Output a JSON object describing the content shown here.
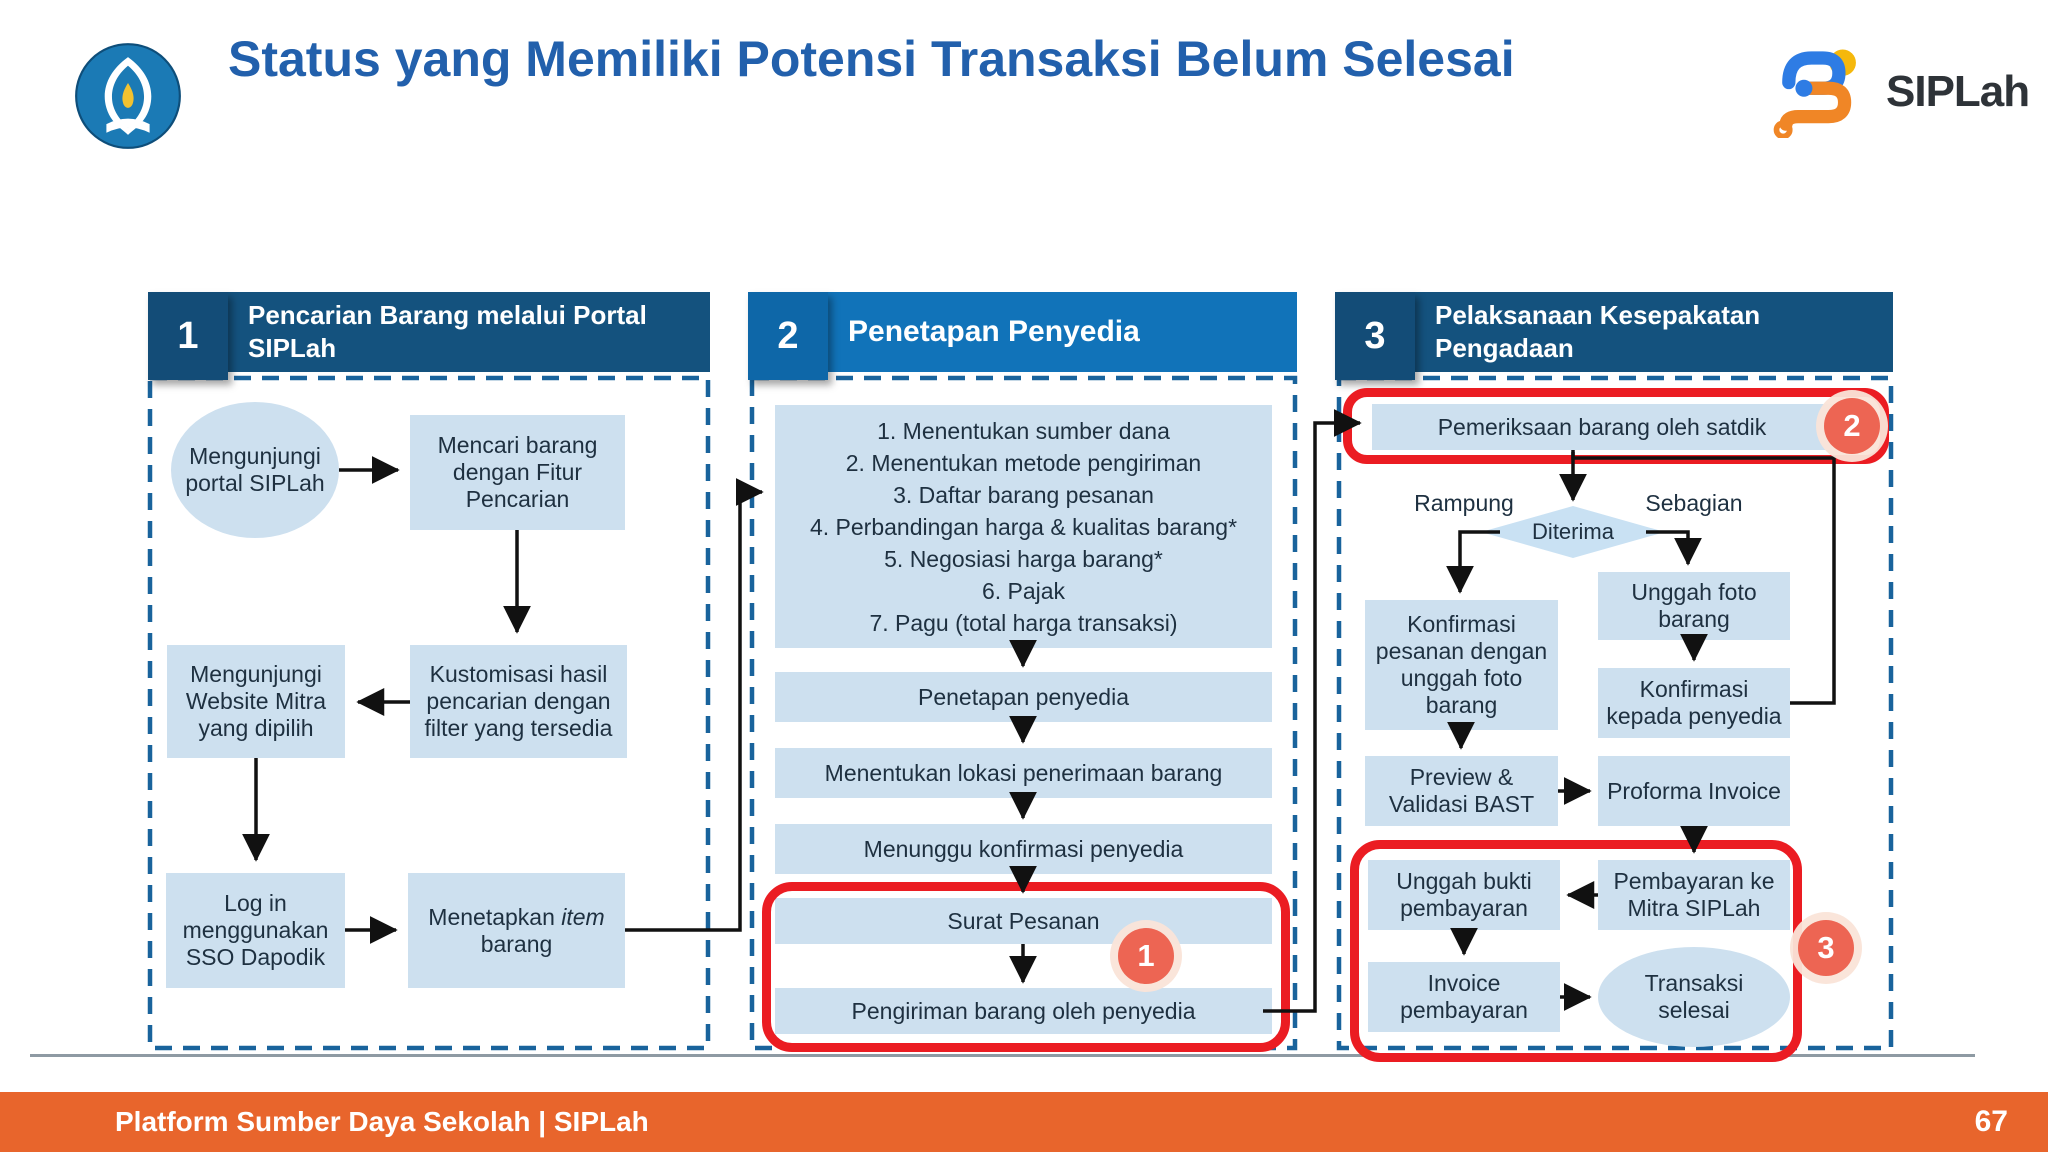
{
  "header": {
    "title": "Status yang Memiliki Potensi Transaksi Belum Selesai",
    "logo": "tut-wuri-handayani",
    "brand": "SIPLah"
  },
  "columns": [
    {
      "number": "1",
      "title": "Pencarian  Barang melalui Portal SIPLah"
    },
    {
      "number": "2",
      "title": "Penetapan Penyedia"
    },
    {
      "number": "3",
      "title": "Pelaksanaan Kesepakatan Pengadaan"
    }
  ],
  "col1": {
    "start": "Mengunjungi portal SIPLah",
    "search": "Mencari barang dengan Fitur Pencarian",
    "customize": "Kustomisasi hasil pencarian dengan filter yang tersedia",
    "visit": "Mengunjungi Website Mitra yang dipilih",
    "login": "Log in menggunakan SSO Dapodik",
    "set_item": {
      "prefix": "Menetapkan ",
      "italic": "item",
      "suffix": " barang"
    }
  },
  "col2": {
    "checklist": [
      "1. Menentukan sumber dana",
      "2. Menentukan metode pengiriman",
      "3. Daftar barang pesanan",
      "4. Perbandingan harga & kualitas barang*",
      "5. Negosiasi harga barang*",
      "6. Pajak",
      "7. Pagu (total harga transaksi)"
    ],
    "step1": "Penetapan penyedia",
    "step2": "Menentukan lokasi penerimaan barang",
    "step3": "Menunggu konfirmasi penyedia",
    "step4": "Surat Pesanan",
    "step5": "Pengiriman barang oleh penyedia",
    "badge": "1"
  },
  "col3": {
    "inspect": "Pemeriksaan barang oleh satdik",
    "badge2": "2",
    "decision": "Diterima",
    "branch_left": "Rampung",
    "branch_right": "Sebagian",
    "confirm_upload": "Konfirmasi pesanan dengan unggah foto barang",
    "upload_photo": "Unggah foto barang",
    "confirm_provider": "Konfirmasi kepada penyedia",
    "preview_bast": "Preview & Validasi BAST",
    "proforma": "Proforma Invoice",
    "payment": "Pembayaran ke Mitra SIPLah",
    "upload_proof": "Unggah bukti pembayaran",
    "invoice": "Invoice pembayaran",
    "done": "Transaksi selesai",
    "badge3": "3"
  },
  "footer": {
    "left": "Platform Sumber Daya Sekolah | SIPLah",
    "page": "67"
  },
  "colors": {
    "title_blue": "#2260AC",
    "header_navy": "#14527E",
    "header_blue": "#1173B9",
    "box_fill": "#CDE0EF",
    "dashed_border": "#19639C",
    "annotation_red": "#EB1C22",
    "badge_coral": "#ED6553",
    "footer_orange": "#E8652C",
    "line_black": "#111111"
  }
}
